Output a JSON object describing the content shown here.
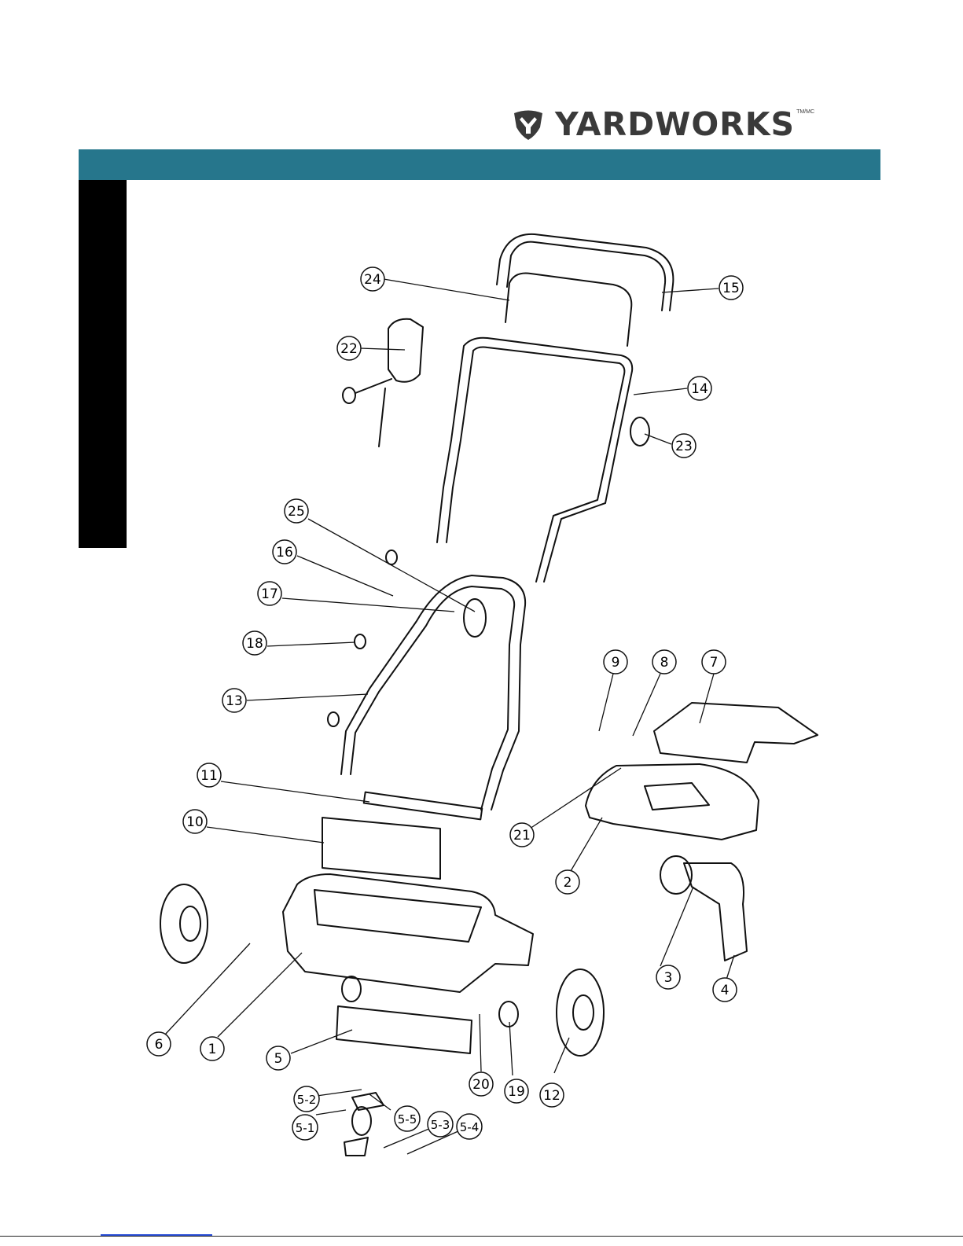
{
  "brand": {
    "logo_text": "YARDWORKS",
    "trademark": "TM/MC",
    "band_color": "#26768c",
    "tab_color": "#000000"
  },
  "diagram": {
    "callouts": [
      "24",
      "15",
      "22",
      "14",
      "23",
      "25",
      "16",
      "17",
      "18",
      "13",
      "9",
      "8",
      "7",
      "11",
      "21",
      "10",
      "2",
      "6",
      "1",
      "3",
      "4",
      "5",
      "20",
      "19",
      "12",
      "5-2",
      "5-5",
      "5-1",
      "5-3",
      "5-4"
    ]
  }
}
